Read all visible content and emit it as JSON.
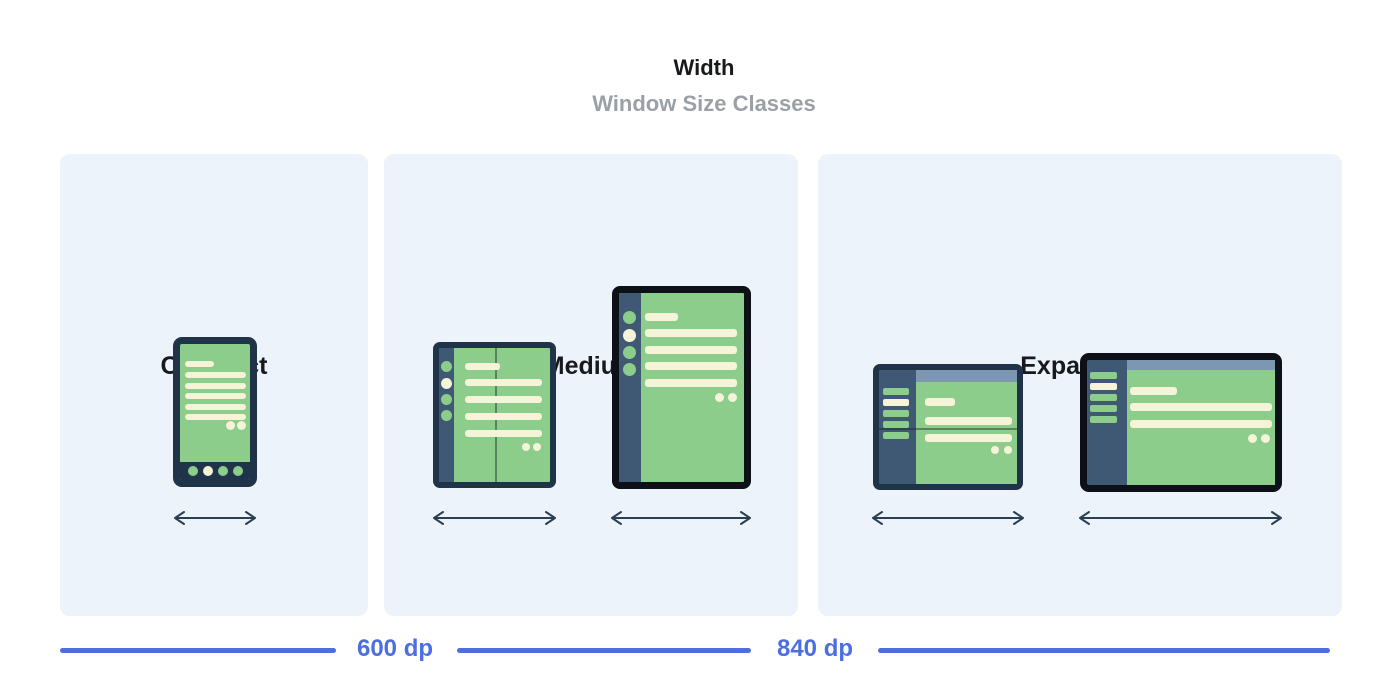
{
  "header": {
    "title": "Width",
    "subtitle": "Window Size Classes"
  },
  "panels": [
    {
      "label": "Compact",
      "devices": [
        {
          "type": "phone-portrait"
        }
      ]
    },
    {
      "label": "Medium",
      "devices": [
        {
          "type": "foldable-portrait"
        },
        {
          "type": "tablet-portrait"
        }
      ]
    },
    {
      "label": "Expanded",
      "devices": [
        {
          "type": "foldable-landscape"
        },
        {
          "type": "tablet-landscape"
        }
      ]
    }
  ],
  "axis": {
    "breakpoints": [
      {
        "label": "600 dp"
      },
      {
        "label": "840 dp"
      }
    ],
    "unit": "dp"
  },
  "icons": {
    "width_arrow": "double-headed-horizontal-arrow"
  },
  "colors": {
    "panel_bg": "#edf3fb",
    "frame_navy": "#203449",
    "frame_black": "#0d1117",
    "rail_navy": "#3f5874",
    "screen_green": "#8ccd8c",
    "content_cream": "#f5f3d8",
    "topbar_blue_gray": "#7d96b2",
    "accent_blue": "#4c6ee0",
    "arrow_color": "#2c3e52",
    "subtitle_gray": "#9aa0a6",
    "title_color": "#17191c"
  }
}
